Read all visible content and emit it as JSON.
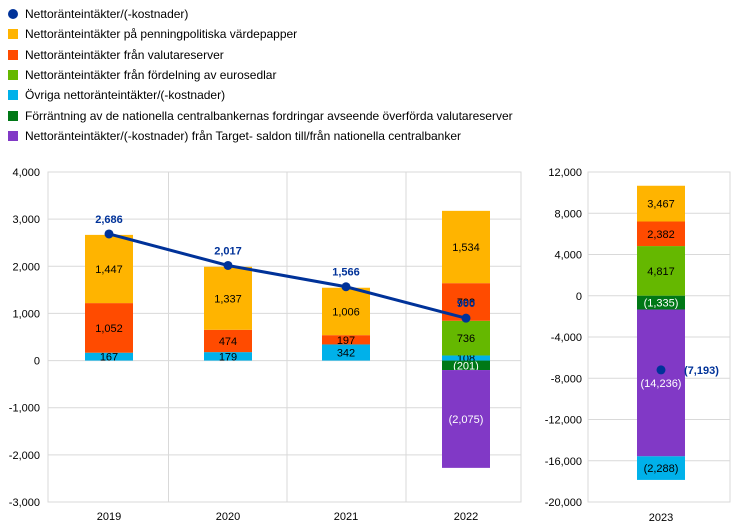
{
  "legend": [
    {
      "label": "Nettoränteintäkter/(-kostnader)",
      "color": "#003299",
      "kind": "dot"
    },
    {
      "label": "Nettoränteintäkter på penningpolitiska värdepapper",
      "color": "#FFB400",
      "kind": "box"
    },
    {
      "label": "Nettoränteintäkter från valutareserver",
      "color": "#FF4B00",
      "kind": "box"
    },
    {
      "label": "Nettoränteintäkter från fördelning av eurosedlar",
      "color": "#65B800",
      "kind": "box"
    },
    {
      "label": "Övriga nettoränteintäkter/(-kostnader)",
      "color": "#00B1EA",
      "kind": "box"
    },
    {
      "label": "Förräntning av de nationella centralbankernas fordringar avseende överförda valutareserver",
      "color": "#007816",
      "kind": "box"
    },
    {
      "label": "Nettoränteintäkter/(-kostnader) från Target- saldon till/från nationella centralbanker",
      "color": "#8139C6",
      "kind": "box"
    }
  ],
  "chart_data": [
    {
      "type": "bar",
      "stacked": true,
      "categories": [
        "2019",
        "2020",
        "2021",
        "2022"
      ],
      "ylim": [
        -3000,
        4000
      ],
      "yticks": [
        "4,000",
        "3,000",
        "2,000",
        "1,000",
        "0",
        "-1,000",
        "-2,000",
        "-3,000"
      ],
      "grid": true,
      "series": [
        {
          "name": "Övriga nettoränteintäkter/(-kostnader)",
          "color": "#00B1EA",
          "values": [
            167,
            179,
            342,
            108
          ],
          "labels": [
            "167",
            "179",
            "342",
            "108"
          ]
        },
        {
          "name": "Nettoränteintäkter från fördelning av eurosedlar",
          "color": "#65B800",
          "values": [
            0,
            0,
            0,
            736
          ],
          "labels": [
            "",
            "",
            "",
            "736"
          ]
        },
        {
          "name": "Nettoränteintäkter från valutareserver",
          "color": "#FF4B00",
          "values": [
            1052,
            474,
            197,
            798
          ],
          "labels": [
            "1,052",
            "474",
            "197",
            "798"
          ]
        },
        {
          "name": "Nettoränteintäkter på penningpolitiska värdepapper",
          "color": "#FFB400",
          "values": [
            1447,
            1337,
            1006,
            1534
          ],
          "labels": [
            "1,447",
            "1,337",
            "1,006",
            "1,534"
          ]
        },
        {
          "name": "Förräntning av de nationella centralbankernas fordringar avseende överförda valutareserver",
          "color": "#007816",
          "values": [
            0,
            0,
            0,
            -201
          ],
          "labels": [
            "",
            "",
            "",
            "(201)"
          ]
        },
        {
          "name": "Nettoränteintäkter/(-kostnader) från Target- saldon till/från nationella centralbanker",
          "color": "#8139C6",
          "values": [
            0,
            0,
            0,
            -2075
          ],
          "labels": [
            "",
            "",
            "",
            "(2,075)"
          ]
        }
      ],
      "line": {
        "name": "Nettoränteintäkter/(-kostnader)",
        "color": "#003299",
        "values": [
          2686,
          2017,
          1566,
          900
        ],
        "labels": [
          "2,686",
          "2,017",
          "1,566",
          "900"
        ]
      }
    },
    {
      "type": "bar",
      "stacked": true,
      "categories": [
        "2023"
      ],
      "ylim": [
        -20000,
        12000
      ],
      "yticks": [
        "12,000",
        "8,000",
        "4,000",
        "0",
        "-4,000",
        "-8,000",
        "-12,000",
        "-16,000",
        "-20,000"
      ],
      "grid": true,
      "series": [
        {
          "name": "Nettoränteintäkter från fördelning av eurosedlar",
          "color": "#65B800",
          "values": [
            4817
          ],
          "labels": [
            "4,817"
          ]
        },
        {
          "name": "Nettoränteintäkter från valutareserver",
          "color": "#FF4B00",
          "values": [
            2382
          ],
          "labels": [
            "2,382"
          ]
        },
        {
          "name": "Nettoränteintäkter på penningpolitiska värdepapper",
          "color": "#FFB400",
          "values": [
            3467
          ],
          "labels": [
            "3,467"
          ]
        },
        {
          "name": "Förräntning av de nationella centralbankernas fordringar avseende överförda valutareserver",
          "color": "#007816",
          "values": [
            -1335
          ],
          "labels": [
            "(1,335)"
          ]
        },
        {
          "name": "Nettoränteintäkter/(-kostnader) från Target- saldon till/från nationella centralbanker",
          "color": "#8139C6",
          "values": [
            -14236
          ],
          "labels": [
            "(14,236)"
          ]
        },
        {
          "name": "Övriga nettoränteintäkter/(-kostnader)",
          "color": "#00B1EA",
          "values": [
            -2288
          ],
          "labels": [
            "(2,288)"
          ]
        }
      ],
      "line": {
        "name": "Nettoränteintäkter/(-kostnader)",
        "color": "#003299",
        "values": [
          -7193
        ],
        "labels": [
          "(7,193)"
        ]
      }
    }
  ]
}
